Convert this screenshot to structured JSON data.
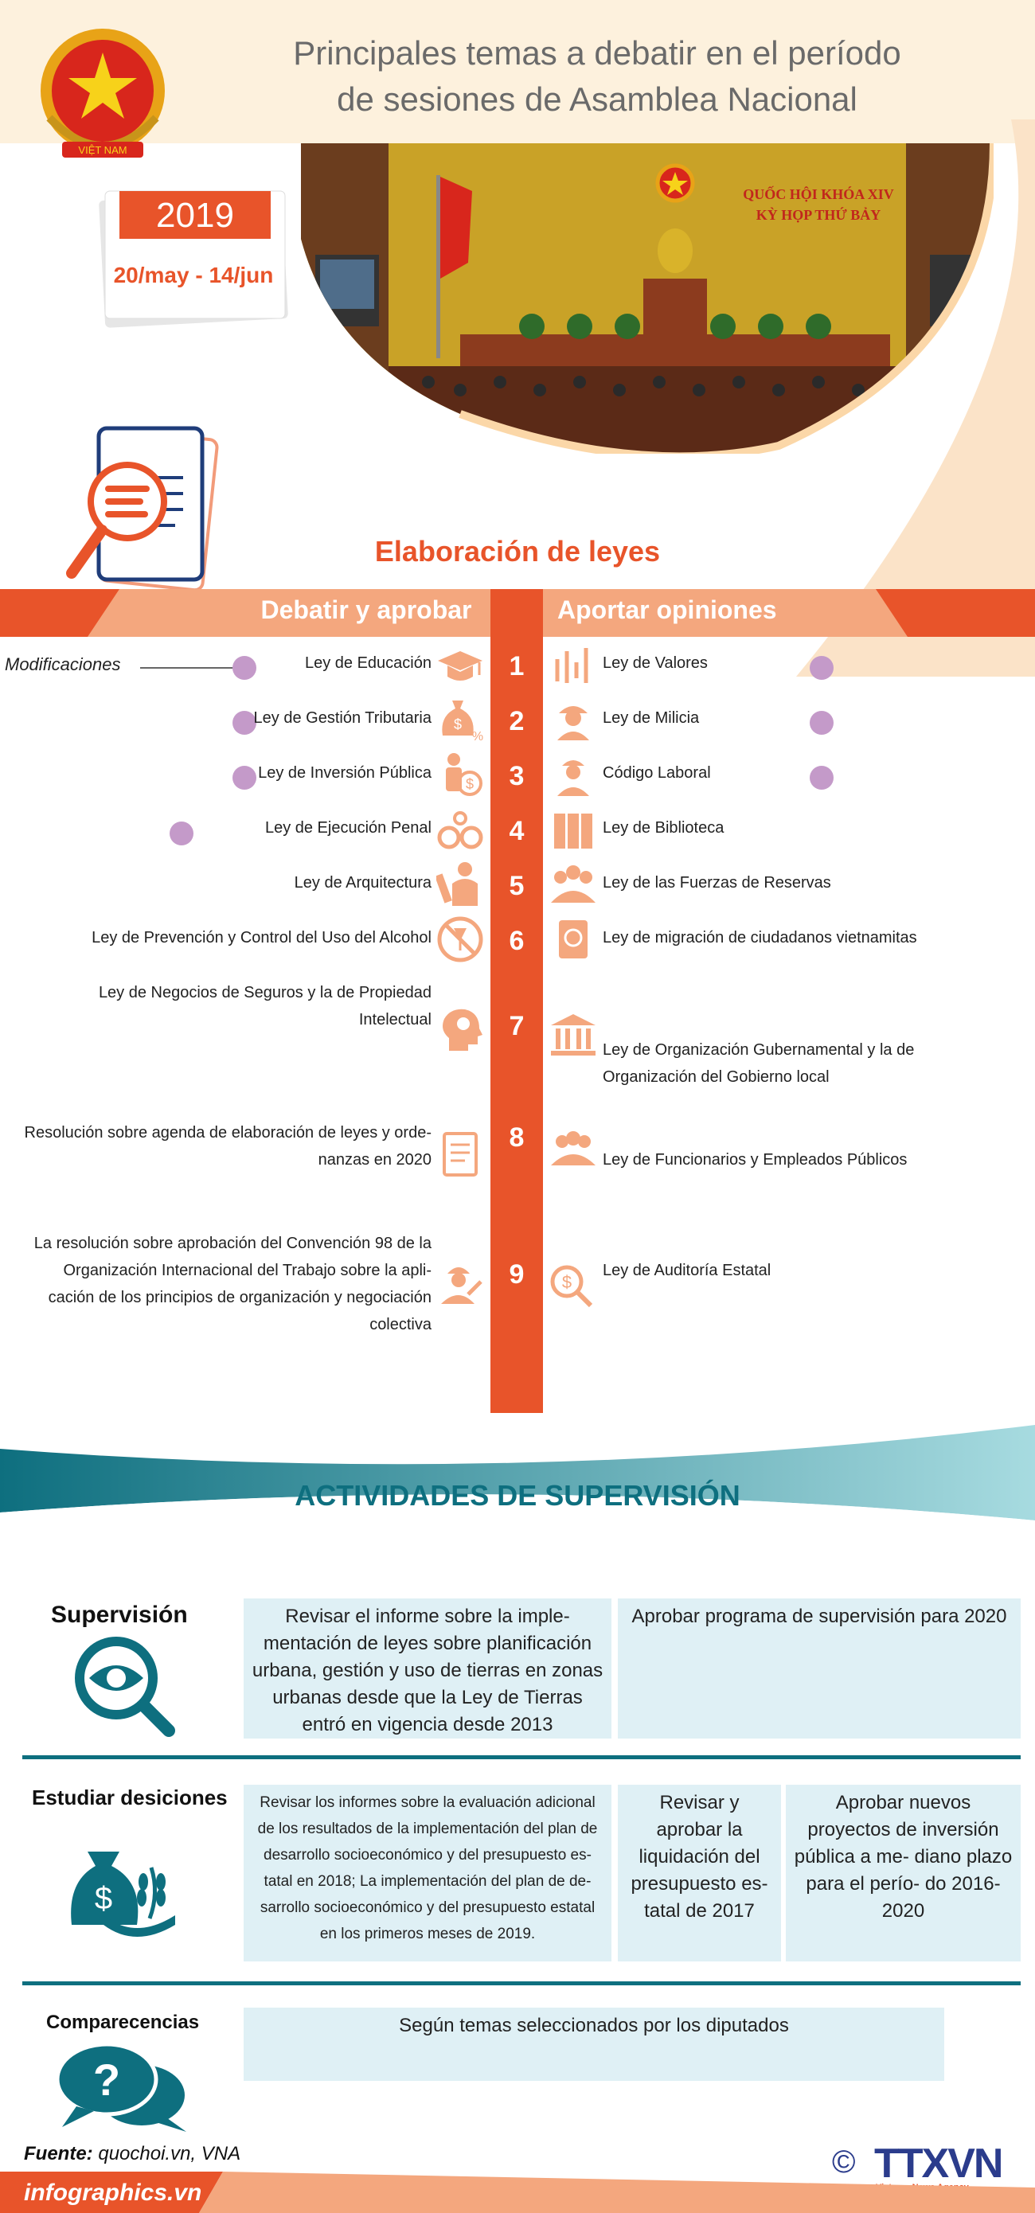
{
  "header": {
    "title_line1": "Principales temas a debatir en el período",
    "title_line2": "de sesiones de Asamblea Nacional",
    "year": "2019",
    "dates": "20/may - 14/jun",
    "hall_banner_line1": "QUỐC HỘI KHÓA XIV",
    "hall_banner_line2": "KỲ HỌP THỨ BẢY",
    "emblem_text": "VIỆT NAM"
  },
  "leyes": {
    "title": "Elaboración de leyes",
    "left_header": "Debatir y aprobar",
    "right_header": "Aportar opiniones",
    "modifications_label": "Modificaciones",
    "items": [
      {
        "num": "1",
        "left": "Ley de Educación",
        "right": "Ley de Valores",
        "left_icon": "graduation-cap-icon",
        "right_icon": "stock-chart-icon"
      },
      {
        "num": "2",
        "left": "Ley de Gestión Tributaria",
        "right": "Ley de Milicia",
        "left_icon": "money-bag-icon",
        "right_icon": "soldier-icon"
      },
      {
        "num": "3",
        "left": "Ley de Inversión Pública",
        "right": "Código Laboral",
        "left_icon": "investor-icon",
        "right_icon": "worker-icon"
      },
      {
        "num": "4",
        "left": "Ley de Ejecución Penal",
        "right": "Ley de Biblioteca",
        "left_icon": "handcuffs-icon",
        "right_icon": "books-icon"
      },
      {
        "num": "5",
        "left": "Ley de Arquitectura",
        "right": "Ley de las Fuerzas de Reservas",
        "left_icon": "architect-icon",
        "right_icon": "group-icon"
      },
      {
        "num": "6",
        "left": "Ley de Prevención y Control del Uso del Alcohol",
        "right": "Ley de migración de ciudadanos vietnamitas",
        "left_icon": "no-alcohol-icon",
        "right_icon": "passport-icon"
      },
      {
        "num": "7",
        "left_line1": "Ley de Negocios de Seguros y la de Propiedad",
        "left_line2": "Intelectual",
        "right_line1": "Ley de Organización Gubernamental y la de",
        "right_line2": "Organización del Gobierno local",
        "left_icon": "idea-head-icon",
        "right_icon": "government-building-icon"
      },
      {
        "num": "8",
        "left_line1": "Resolución sobre agenda de elaboración de leyes y orde-",
        "left_line2": "nanzas en 2020",
        "right": "Ley de Funcionarios y Empleados Públicos",
        "left_icon": "document-icon",
        "right_icon": "officials-icon"
      },
      {
        "num": "9",
        "left_line1": "La resolución sobre aprobación del Convención 98 de la",
        "left_line2": "Organización Internacional del Trabajo sobre la apli-",
        "left_line3": "cación de los principios de organización y negociación",
        "left_line4": "colectiva",
        "right": "Ley de Auditoría Estatal",
        "left_icon": "engineer-icon",
        "right_icon": "audit-icon"
      }
    ]
  },
  "supervision": {
    "title": "ACTIVIDADES DE SUPERVISIÓN",
    "rows": [
      {
        "label": "Supervisión",
        "boxes": [
          "Revisar el informe sobre la imple- mentación de leyes sobre planificación urbana, gestión y uso de tierras en zonas urbanas desde que la Ley de Tierras entró en vigencia desde 2013",
          "Aprobar programa de supervisión para 2020"
        ]
      },
      {
        "label": "Estudiar desiciones",
        "boxes": [
          "Revisar los informes sobre la evaluación adicional de los resultados de la implementación del plan de desarrollo socioeconómico y del presupuesto es- tatal en 2018; La implementación del plan de de- sarrollo socioeconómico y del presupuesto estatal en los primeros meses de 2019.",
          "Revisar y aprobar la liquidación del presupuesto es- tatal de 2017",
          "Aprobar nuevos proyectos de inversión pública a me- diano plazo para el perío- do 2016-2020"
        ]
      },
      {
        "label": "Comparecencias",
        "boxes": [
          "Según temas seleccionados por los diputados"
        ]
      }
    ]
  },
  "footer": {
    "source_label": "Fuente:",
    "source_value": "quochoi.vn, VNA",
    "site": "infographics.vn",
    "agency_logo": "TTXVN",
    "agency_sub": "Vietnam News Agency",
    "copyright": "©"
  },
  "colors": {
    "accent": "#e8542a",
    "teal": "#0e6f7f",
    "peach": "#f4a77e",
    "purple_dot": "#c49ac9",
    "box_bg": "#dff0f5"
  }
}
